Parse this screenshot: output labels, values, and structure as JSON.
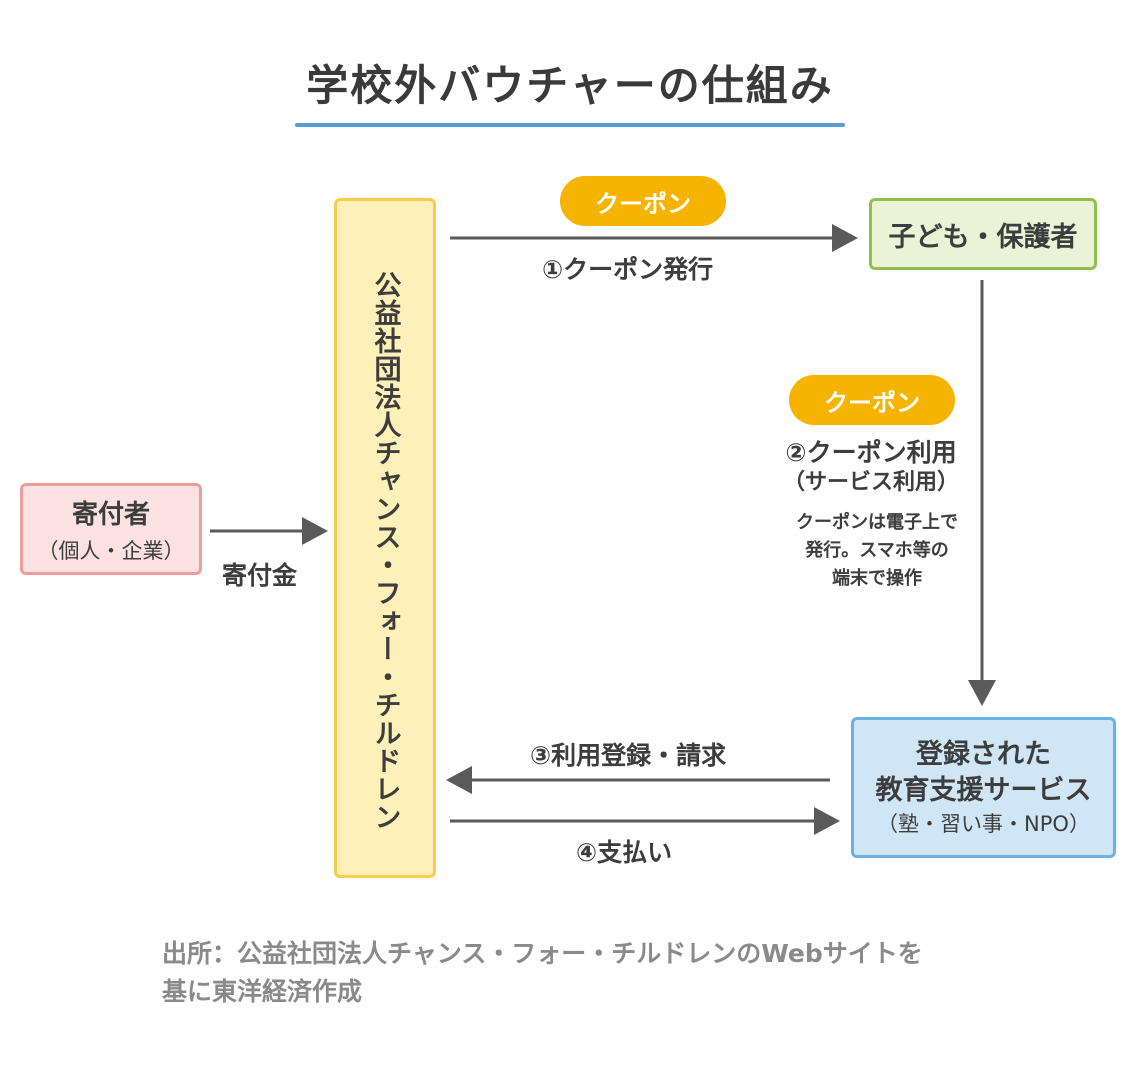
{
  "title": "学校外バウチャーの仕組み",
  "donor": {
    "name": "寄付者",
    "sub": "（個人・企業）"
  },
  "org": {
    "name": "公益社団法人チャンス・フォー・チルドレン"
  },
  "child": {
    "name": "子ども・保護者"
  },
  "service": {
    "line1": "登録された",
    "line2": "教育支援サービス",
    "line3": "（塾・習い事・NPO）"
  },
  "flows": {
    "donation": "寄付金",
    "coupon_badge_1": "クーポン",
    "issue": "①クーポン発行",
    "coupon_badge_2": "クーポン",
    "use": "②クーポン利用",
    "use_sub": "（サービス利用）",
    "note_1": "クーポンは電子上で",
    "note_2": "発行。スマホ等の",
    "note_3": "端末で操作",
    "register": "③利用登録・請求",
    "pay": "④支払い"
  },
  "source": {
    "line1": "出所：公益社団法人チャンス・フォー・チルドレンのWebサイトを",
    "line2": "基に東洋経済作成"
  },
  "colors": {
    "accent_line": "#5b9bd5",
    "pill": "#f6b300",
    "donor_fill": "#fbe1e1",
    "org_fill": "#fdf0b8",
    "child_fill": "#eaf3d6",
    "service_fill": "#cfe6f6",
    "arrow": "#5a5a5a"
  }
}
